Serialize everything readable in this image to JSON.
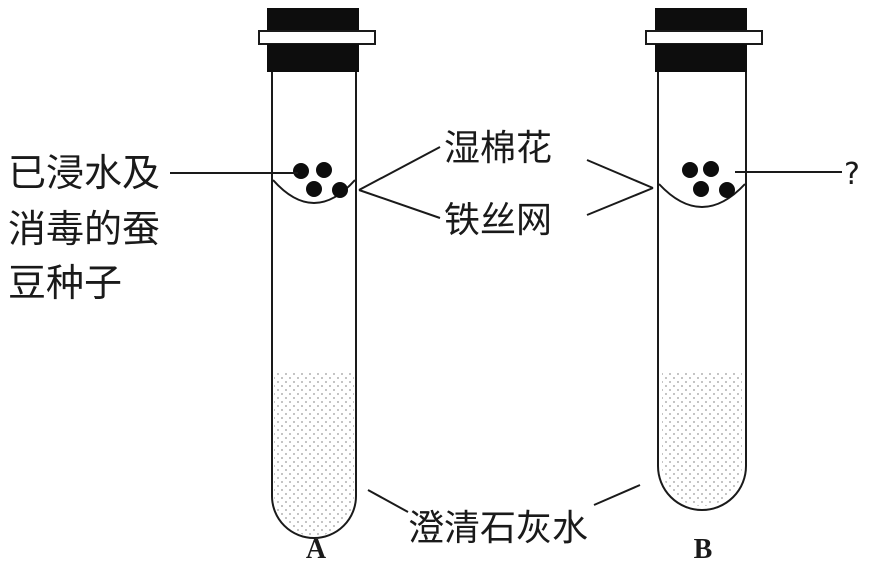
{
  "labels": {
    "seeds_line1": "已浸水及",
    "seeds_line2": "消毒的蚕",
    "seeds_line3": "豆种子",
    "wet_cotton": "湿棉花",
    "wire_mesh": "铁丝网",
    "question": "?",
    "limewater": "澄清石灰水",
    "tube_a": "A",
    "tube_b": "B"
  },
  "colors": {
    "ink": "#1a1a1a",
    "stopper": "#0d0d0d",
    "band": "#ffffff",
    "liquid_dot": "#9a9a9a"
  }
}
